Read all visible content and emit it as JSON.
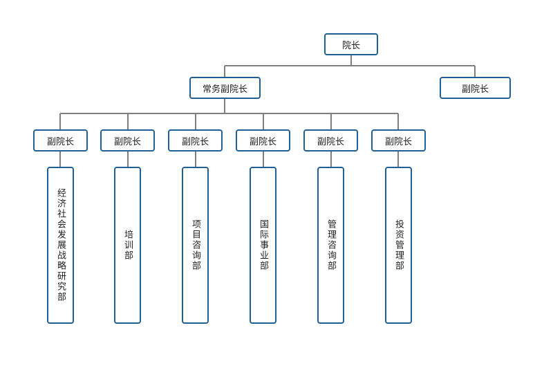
{
  "colors": {
    "box_border": "#1f5f96",
    "connector": "#7f7f7f",
    "text": "#222222"
  },
  "org_chart": {
    "root": {
      "label": "院长"
    },
    "level2": [
      {
        "label": "常务副院长"
      },
      {
        "label": "副院长"
      }
    ],
    "level3": [
      {
        "label": "副院长",
        "department": "经济社会发展战略研究部"
      },
      {
        "label": "副院长",
        "department": "培训部"
      },
      {
        "label": "副院长",
        "department": "项目咨询部"
      },
      {
        "label": "副院长",
        "department": "国际事业部"
      },
      {
        "label": "副院长",
        "department": "管理咨询部"
      },
      {
        "label": "副院长",
        "department": "投资管理部"
      }
    ]
  }
}
